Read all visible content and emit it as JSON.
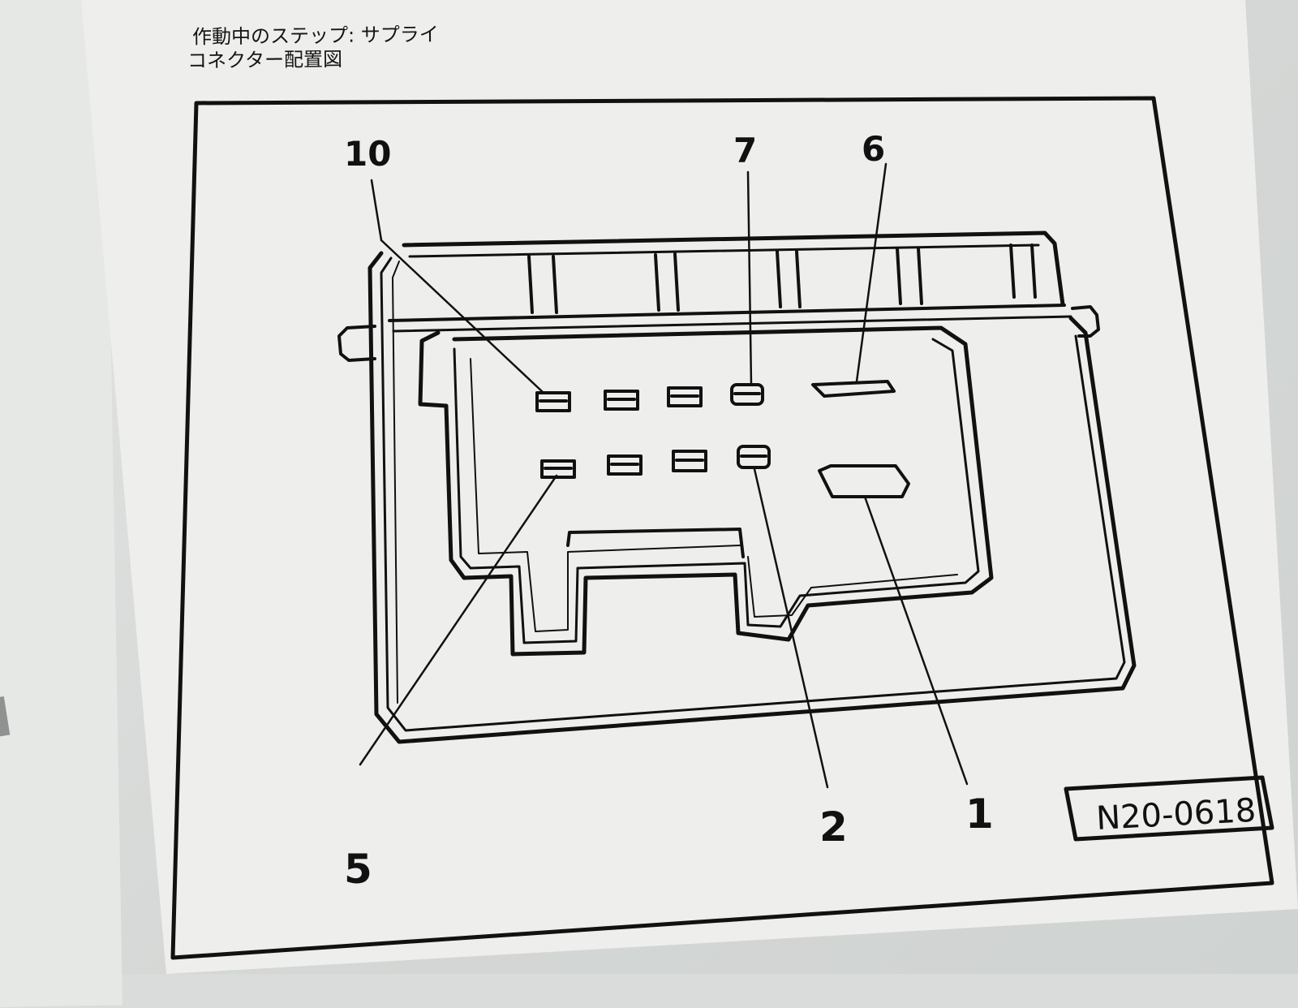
{
  "header": {
    "line1": "作動中のステップ: サプライ",
    "line2": "コネクター配置図"
  },
  "figure_code": "N20-0618",
  "pin_labels": {
    "p10": "10",
    "p7": "7",
    "p6": "6",
    "p5": "5",
    "p2": "2",
    "p1": "1"
  },
  "colors": {
    "ink": "#111111",
    "paper": "#eeefed"
  }
}
